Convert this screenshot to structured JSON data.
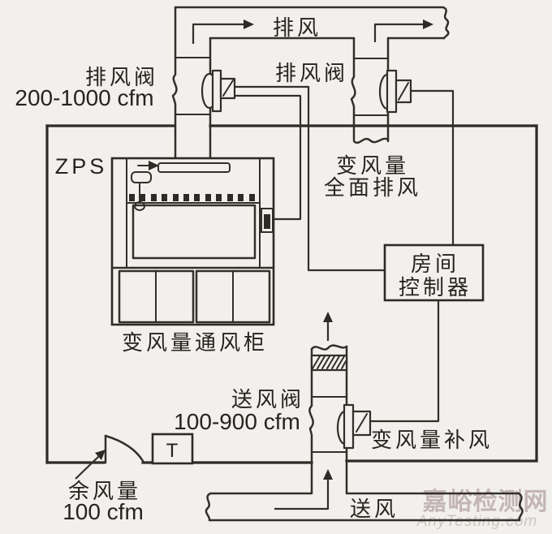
{
  "colors": {
    "paper": "#f2f0ec",
    "ink": "#332e28",
    "watermark_cn": "#c4b5b7",
    "watermark_en": "#ccc7c3"
  },
  "exhaust_system": {
    "main_duct_label": "排风",
    "hood_exhaust_valve": {
      "label": "排风阀",
      "range": "200-1000 cfm"
    },
    "general_exhaust_valve": {
      "label": "排风阀"
    },
    "general_exhaust": {
      "line1": "变风量",
      "line2": "全面排风"
    }
  },
  "room": {
    "pressure_sensor_label": "ZPS",
    "controller": {
      "line1": "房间",
      "line2": "控制器"
    },
    "thermostat_label": "T",
    "door_leakage": {
      "line1": "余风量",
      "line2": "100 cfm"
    }
  },
  "fume_hood": {
    "label": "变风量通风柜"
  },
  "supply_system": {
    "supply_valve": {
      "label": "送风阀",
      "range": "100-900 cfm"
    },
    "makeup_air_label": "变风量补风",
    "main_duct_label": "送风"
  },
  "watermark": {
    "site_name": "嘉峪检测网",
    "site_domain": "AnyTesting.com"
  }
}
